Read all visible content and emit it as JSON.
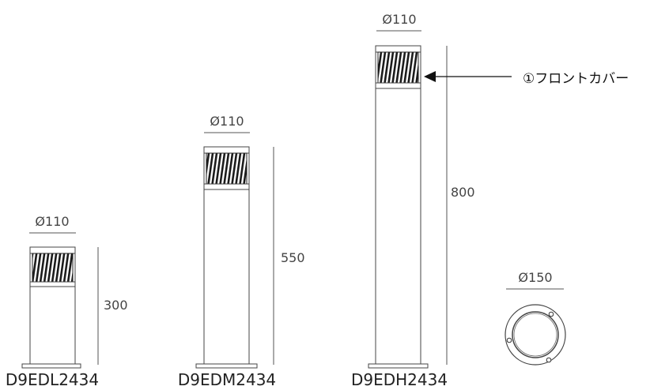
{
  "bollards": [
    {
      "model": "D9EDL2434",
      "diameter_label": "Ø110",
      "height_label": "300"
    },
    {
      "model": "D9EDM2434",
      "diameter_label": "Ø110",
      "height_label": "550"
    },
    {
      "model": "D9EDH2434",
      "diameter_label": "Ø110",
      "height_label": "800"
    }
  ],
  "base_plate": {
    "diameter_label": "Ø150"
  },
  "callout": {
    "label": "①フロントカバー"
  },
  "colors": {
    "line": "#555555",
    "dark": "#222222",
    "stripe": "#1a1a1a"
  }
}
